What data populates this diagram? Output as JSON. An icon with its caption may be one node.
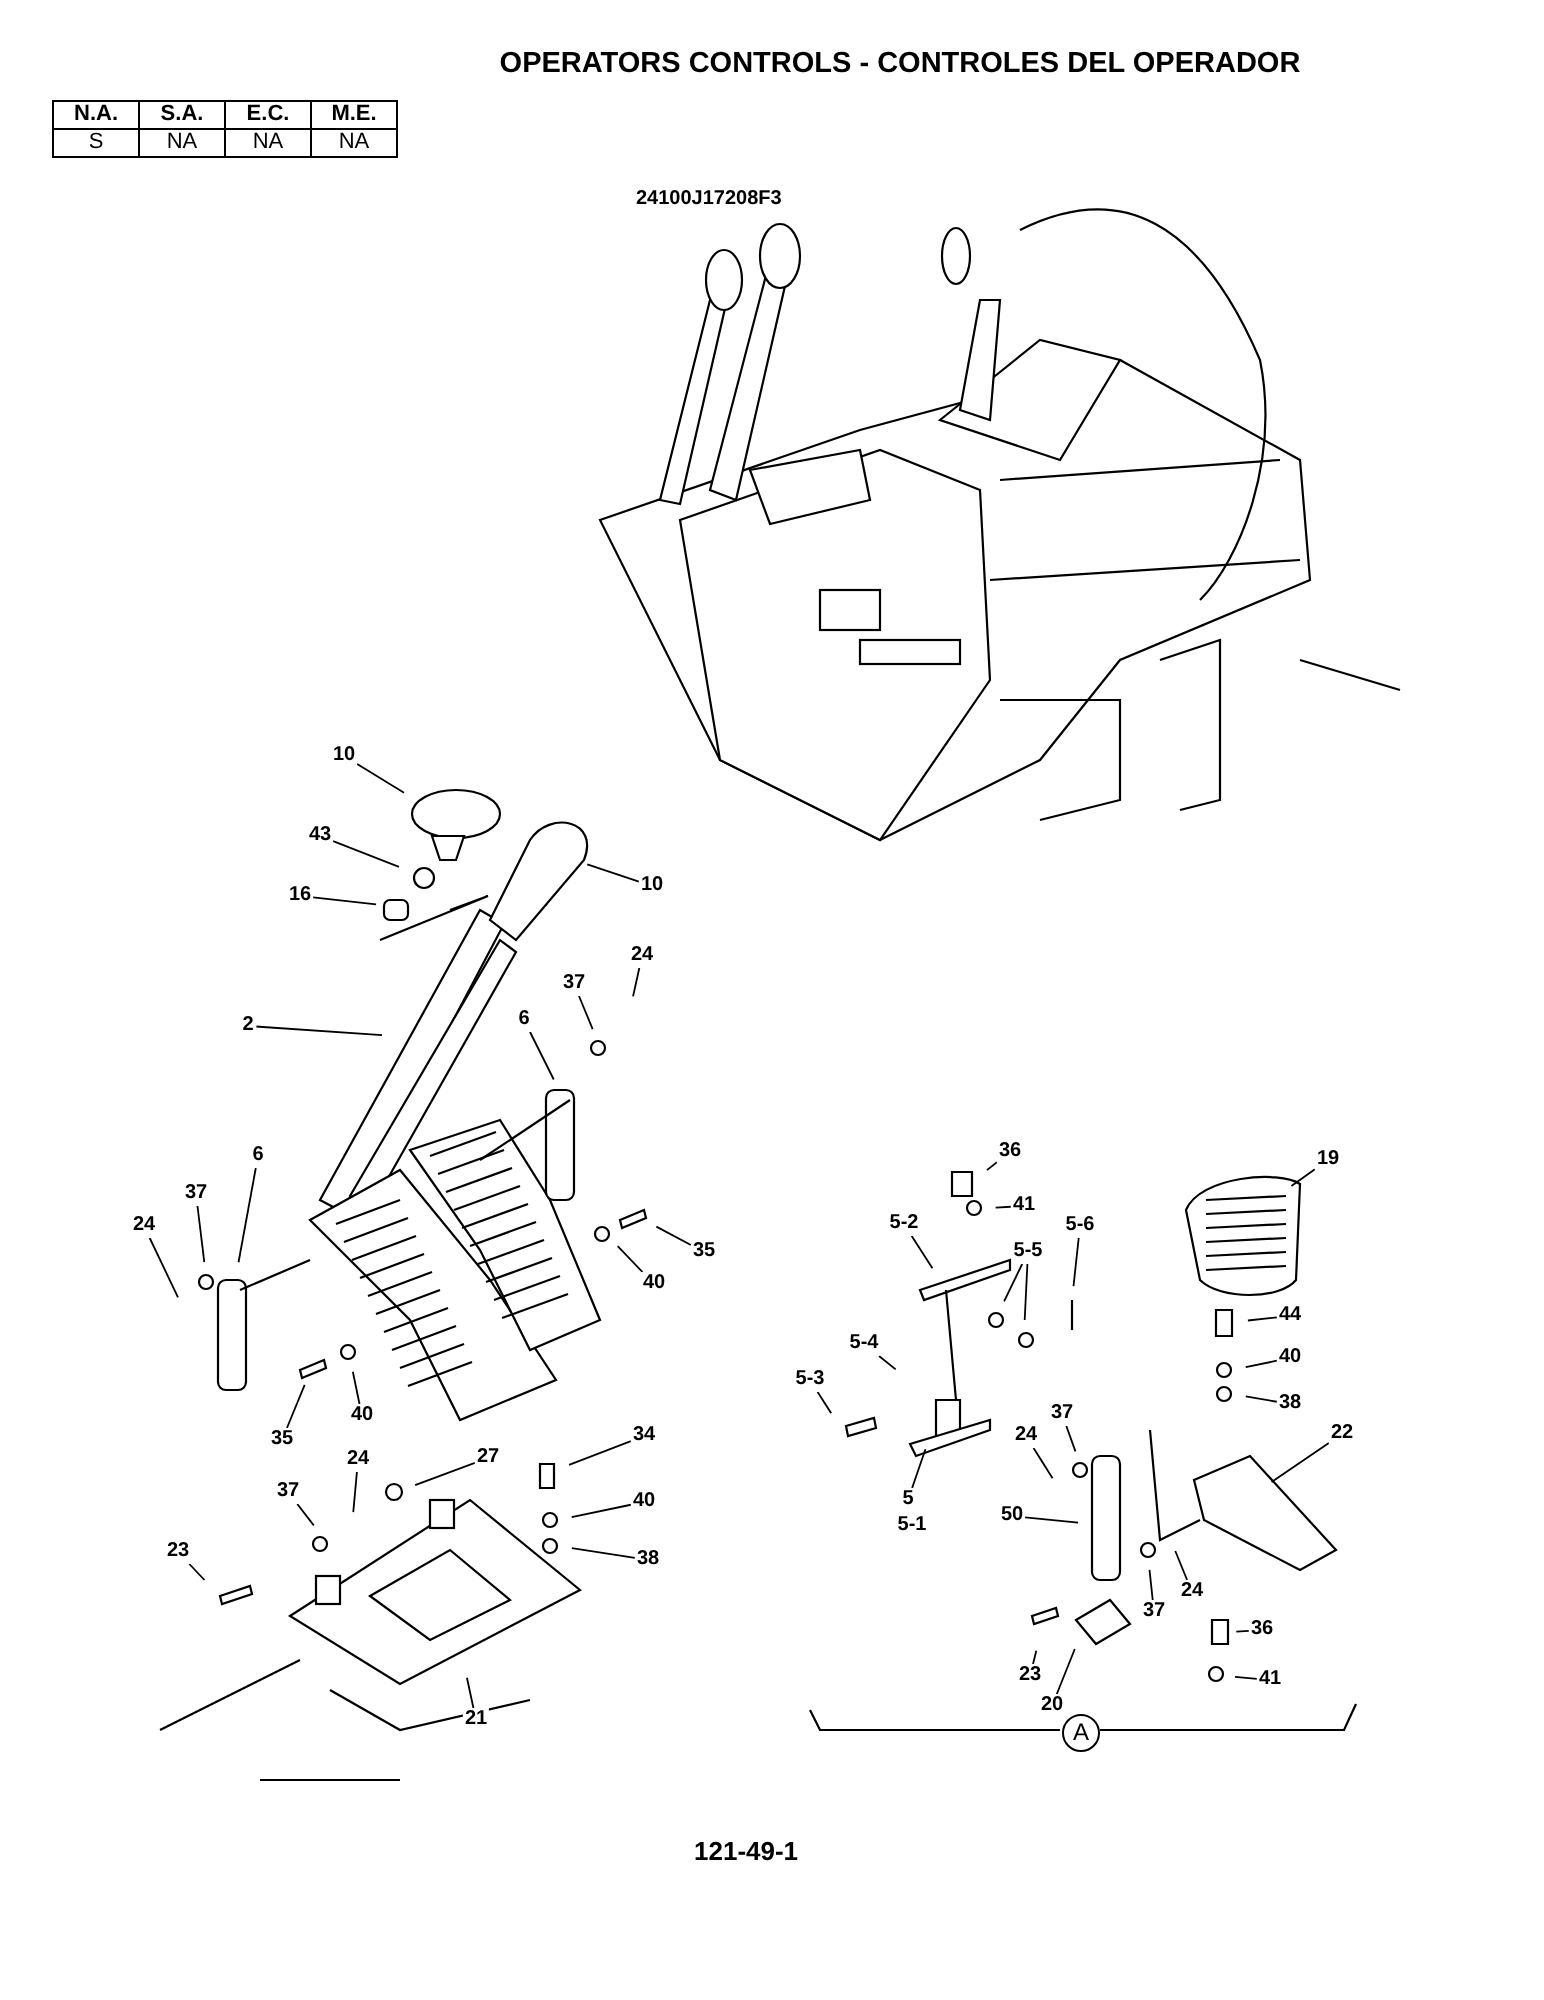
{
  "diagram": {
    "title": "OPERATORS CONTROLS - CONTROLES DEL OPERADOR",
    "nodes": [
      {
        "text": [
          "10"
        ]
      },
      {
        "text": [
          "43"
        ]
      },
      {
        "text": [
          "16"
        ]
      },
      {
        "text": [
          "10"
        ]
      },
      {
        "text": [
          "2"
        ]
      },
      {
        "text": [
          "37"
        ]
      },
      {
        "text": [
          "24"
        ]
      },
      {
        "text": [
          "6"
        ]
      },
      {
        "text": [
          "6"
        ]
      },
      {
        "text": [
          "37"
        ]
      },
      {
        "text": [
          "24"
        ]
      },
      {
        "text": [
          "35"
        ]
      },
      {
        "text": [
          "40"
        ]
      },
      {
        "text": [
          "40"
        ]
      },
      {
        "text": [
          "35"
        ]
      },
      {
        "text": [
          "27"
        ]
      },
      {
        "text": [
          "24"
        ]
      },
      {
        "text": [
          "37"
        ]
      },
      {
        "text": [
          "34"
        ]
      },
      {
        "text": [
          "40"
        ]
      },
      {
        "text": [
          "38"
        ]
      },
      {
        "text": [
          "23"
        ]
      },
      {
        "text": [
          "21"
        ]
      },
      {
        "text": [
          "36"
        ]
      },
      {
        "text": [
          "41"
        ]
      },
      {
        "text": [
          "5-2"
        ]
      },
      {
        "text": [
          "5-5"
        ]
      },
      {
        "text": [
          "5-6"
        ]
      },
      {
        "text": [
          "5-4"
        ]
      },
      {
        "text": [
          "5-3"
        ]
      },
      {
        "text": [
          "5"
        ]
      },
      {
        "text": [
          "5-1"
        ]
      },
      {
        "text": [
          "37"
        ]
      },
      {
        "text": [
          "24"
        ]
      },
      {
        "text": [
          "50"
        ]
      },
      {
        "text": [
          "37"
        ]
      },
      {
        "text": [
          "24"
        ]
      },
      {
        "text": [
          "23"
        ]
      },
      {
        "text": [
          "20"
        ]
      },
      {
        "text": [
          "19"
        ]
      },
      {
        "text": [
          "44"
        ]
      },
      {
        "text": [
          "40"
        ]
      },
      {
        "text": [
          "38"
        ]
      },
      {
        "text": [
          "22"
        ]
      },
      {
        "text": [
          "36"
        ]
      },
      {
        "text": [
          "41"
        ]
      }
    ],
    "edges": [
      {
        "from": 0,
        "to": null,
        "arrow": "none"
      },
      {
        "from": 1,
        "to": null,
        "arrow": "none"
      },
      {
        "from": 2,
        "to": null,
        "arrow": "none"
      },
      {
        "from": 3,
        "to": null,
        "arrow": "none"
      },
      {
        "from": 4,
        "to": null,
        "arrow": "none"
      },
      {
        "from": 5,
        "to": null,
        "arrow": "none"
      },
      {
        "from": 6,
        "to": null,
        "arrow": "none"
      },
      {
        "from": 7,
        "to": null,
        "arrow": "none"
      },
      {
        "from": 8,
        "to": null,
        "arrow": "none"
      },
      {
        "from": 9,
        "to": null,
        "arrow": "none"
      },
      {
        "from": 10,
        "to": null,
        "arrow": "none"
      },
      {
        "from": 11,
        "to": null,
        "arrow": "none"
      },
      {
        "from": 12,
        "to": null,
        "arrow": "none"
      },
      {
        "from": 13,
        "to": null,
        "arrow": "none"
      },
      {
        "from": 14,
        "to": null,
        "arrow": "none"
      },
      {
        "from": 15,
        "to": null,
        "arrow": "none"
      },
      {
        "from": 16,
        "to": null,
        "arrow": "none"
      },
      {
        "from": 17,
        "to": null,
        "arrow": "none"
      },
      {
        "from": 18,
        "to": null,
        "arrow": "none"
      },
      {
        "from": 19,
        "to": null,
        "arrow": "none"
      },
      {
        "from": 20,
        "to": null,
        "arrow": "none"
      },
      {
        "from": 21,
        "to": null,
        "arrow": "none"
      },
      {
        "from": 22,
        "to": null,
        "arrow": "none"
      },
      {
        "from": 23,
        "to": null,
        "arrow": "none"
      },
      {
        "from": 24,
        "to": null,
        "arrow": "none"
      },
      {
        "from": 25,
        "to": null,
        "arrow": "none"
      },
      {
        "from": 26,
        "to": null,
        "arrow": "none"
      },
      {
        "from": 26,
        "to": null,
        "arrow": "none"
      },
      {
        "from": 27,
        "to": null,
        "arrow": "none"
      },
      {
        "from": 28,
        "to": null,
        "arrow": "none"
      },
      {
        "from": 29,
        "to": null,
        "arrow": "none"
      },
      {
        "from": 30,
        "to": null,
        "arrow": "none"
      },
      {
        "from": 32,
        "to": null,
        "arrow": "none"
      },
      {
        "from": 33,
        "to": null,
        "arrow": "none"
      },
      {
        "from": 34,
        "to": null,
        "arrow": "none"
      },
      {
        "from": 35,
        "to": null,
        "arrow": "none"
      },
      {
        "from": 36,
        "to": null,
        "arrow": "none"
      },
      {
        "from": 37,
        "to": null,
        "arrow": "none"
      },
      {
        "from": 38,
        "to": null,
        "arrow": "none"
      },
      {
        "from": 39,
        "to": null,
        "arrow": "none"
      },
      {
        "from": 40,
        "to": null,
        "arrow": "none"
      },
      {
        "from": 41,
        "to": null,
        "arrow": "none"
      },
      {
        "from": 42,
        "to": null,
        "arrow": "none"
      },
      {
        "from": 43,
        "to": null,
        "arrow": "none"
      },
      {
        "from": 44,
        "to": null,
        "arrow": "none"
      },
      {
        "from": 45,
        "to": null,
        "arrow": "none"
      }
    ],
    "labels": [
      "N.A.",
      "S.A.",
      "E.C.",
      "M.E.",
      "S",
      "NA",
      "NA",
      "NA",
      "24100J17208F3",
      "A",
      "121-49-1"
    ]
  }
}
